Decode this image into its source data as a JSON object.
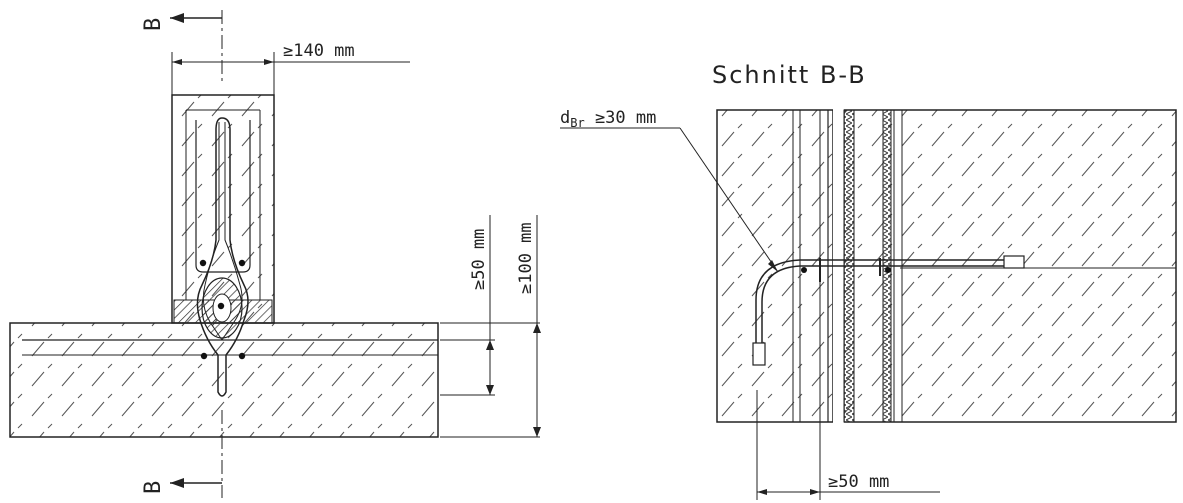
{
  "labels": {
    "section_marker_top": "B",
    "section_marker_bottom": "B",
    "width_min": "≥140 mm",
    "depth_50": "≥50 mm",
    "depth_100": "≥100 mm",
    "section_title": "Schnitt B-B",
    "bend_diameter_main": "d",
    "bend_diameter_sub": "Br",
    "bend_diameter_value": " ≥30 mm",
    "edge_distance": "≥50 mm"
  }
}
